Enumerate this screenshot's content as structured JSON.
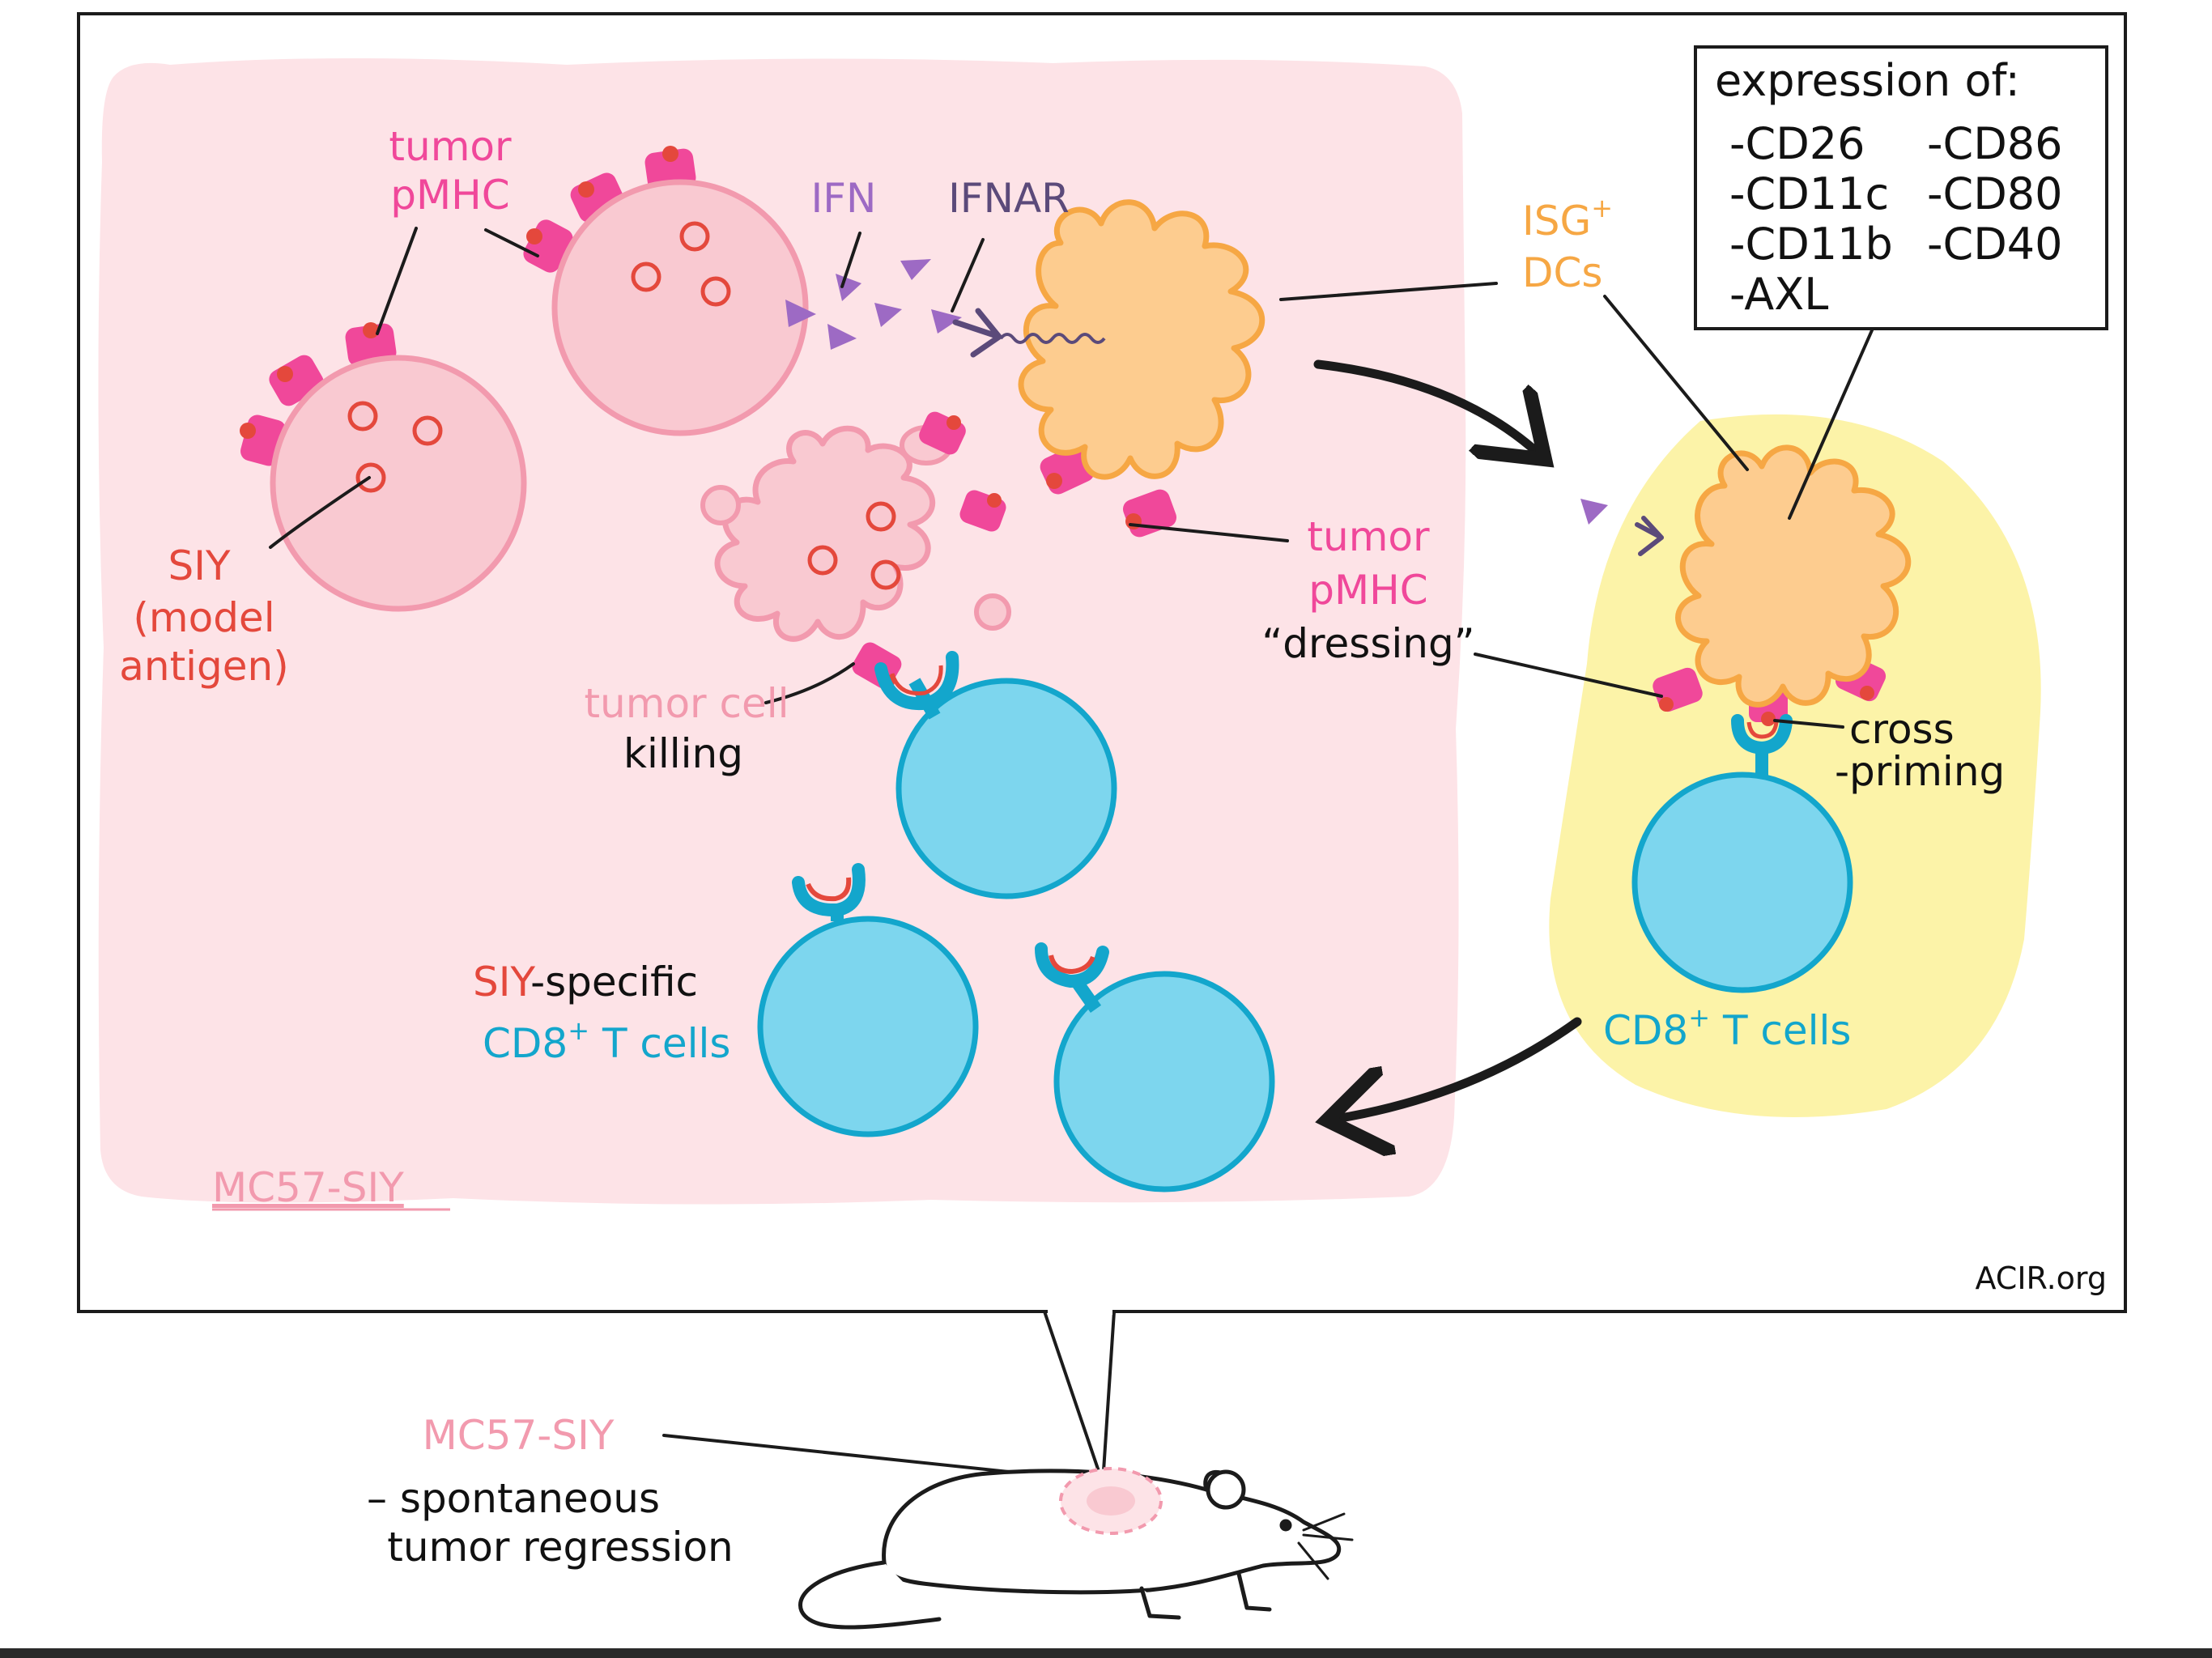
{
  "colors": {
    "background": "#ffffff",
    "tumor_region": "#fde3e7",
    "tumor_cell_fill": "#f9c9d1",
    "tumor_cell_stroke": "#f29aae",
    "pmhc": "#f0489a",
    "antigen": "#e4483c",
    "t_cell_fill": "#7dd6ee",
    "t_cell_stroke": "#13a6cc",
    "dc_fill": "#fdcc8f",
    "dc_stroke": "#f6a744",
    "ifn": "#9d6ac4",
    "ifnar": "#5b4a7a",
    "lymph_region": "#fcf3a8",
    "arrow": "#1b1b1b"
  },
  "labels": {
    "tumor_pmhc_top_line1": "tumor",
    "tumor_pmhc_top_line2": "pMHC",
    "ifn": "IFN",
    "ifnar": "IFNAR",
    "isg_dcs_line1": "ISG",
    "isg_dcs_sup": "+",
    "isg_dcs_line2": "DCs",
    "siy_line1": "SIY",
    "siy_line2": "(model",
    "siy_line3": "antigen)",
    "tumor_cell": "tumor cell",
    "killing": "killing",
    "tumor_pmhc_right_line1": "tumor",
    "tumor_pmhc_right_line2": "pMHC",
    "dressing": "“dressing”",
    "cross": "cross",
    "priming": "-priming",
    "siy_prefix": "SIY",
    "specific": "-specific",
    "cd8_left": "CD8",
    "cd8_left_sup": "+",
    "cd8_left_suffix": " T cells",
    "cd8_right": "CD8",
    "cd8_right_sup": "+",
    "cd8_right_suffix": " T cells",
    "mc57_siy_panel": "MC57-SIY",
    "acir": "ACIR.org",
    "mc57_siy_mouse": "MC57-SIY",
    "spontaneous": "– spontaneous",
    "tumor_regression": "tumor regression"
  },
  "expression_box": {
    "title": "expression of:",
    "col1": [
      "-CD26",
      "-CD11c",
      "-CD11b",
      "-AXL"
    ],
    "col2": [
      "-CD86",
      "-CD80",
      "-CD40"
    ]
  }
}
